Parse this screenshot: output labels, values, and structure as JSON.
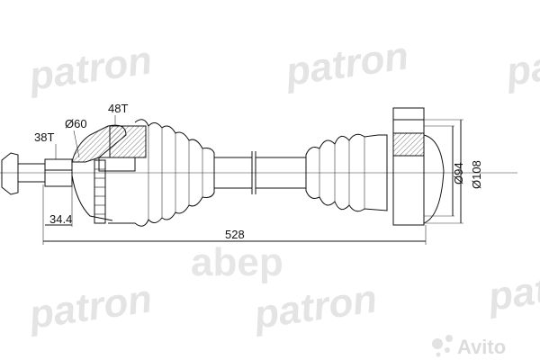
{
  "watermarks": {
    "brand": "patron",
    "marketplace_logo": "abep",
    "marketplace_badge": "Avito"
  },
  "dimensions": {
    "outer_spline": "38T",
    "outer_diameter": "Ø60",
    "abs_ring": "48T",
    "spline_length": "34.4",
    "total_length": "528",
    "inner_diameter_1": "Ø94",
    "inner_diameter_2": "Ø108"
  }
}
